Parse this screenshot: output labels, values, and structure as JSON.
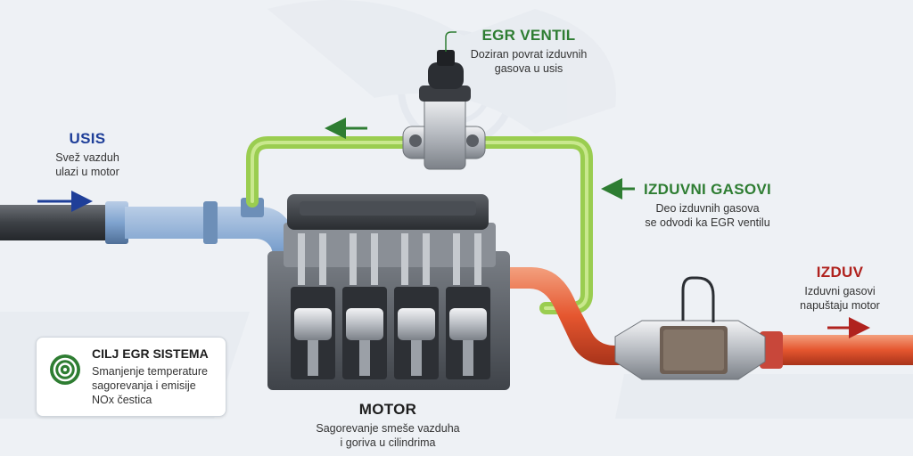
{
  "labels": {
    "usis": {
      "title": "USIS",
      "line1": "Svež vazduh",
      "line2": "ulazi u motor"
    },
    "egr": {
      "title": "EGR VENTIL",
      "line1": "Doziran povrat izduvnih",
      "line2": "gasova u usis"
    },
    "izduvni": {
      "title": "IZDUVNI GASOVI",
      "line1": "Deo izduvnih gasova",
      "line2": "se odvodi ka EGR ventilu"
    },
    "izduv": {
      "title": "IZDUV",
      "line1": "Izduvni gasovi",
      "line2": "napuštaju motor"
    },
    "motor": {
      "title": "MOTOR",
      "line1": "Sagorevanje smeše vazduha",
      "line2": "i goriva u cilindrima"
    }
  },
  "goal": {
    "title": "CILJ EGR SISTEMA",
    "line1": "Smanjenje temperature",
    "line2": "sagorevanja i emisije",
    "line3": "NOx čestica"
  },
  "colors": {
    "intake": "#7fa3cf",
    "egr_pipe": "#9acd50",
    "exhaust": "#e5562f",
    "arrow_blue": "#1f3f99",
    "arrow_green": "#2e7d32",
    "arrow_red": "#b0221e",
    "title_blue": "#1f3f99",
    "title_green": "#2e7d32",
    "title_red": "#b0221e"
  }
}
